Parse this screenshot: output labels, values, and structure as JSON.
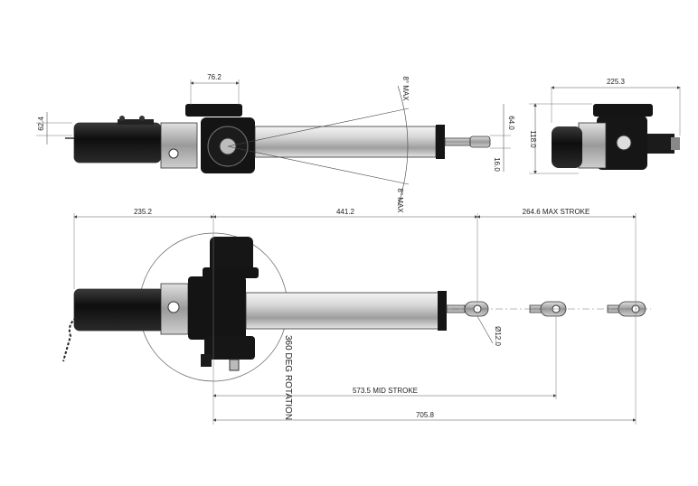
{
  "dimensions": {
    "top_width": "76.2",
    "top_height": "62.4",
    "angle_upper": "8° MAX",
    "angle_lower": "8° MAX",
    "rod_offset_upper": "64.0",
    "rod_offset_lower": "16.0",
    "end_width": "225.3",
    "end_height": "118.0",
    "left_span": "235.2",
    "mid_span": "441.2",
    "max_stroke": "264.6 MAX STROKE",
    "rod_end_dia": "Ø12.0",
    "rotation": "360 DEG ROTATION",
    "mid_stroke": "573.5 MID STROKE",
    "overall": "705.8"
  },
  "colors": {
    "body": "#1b1b1b",
    "tube": "#c8c8c8",
    "metal": "#9a9a9a",
    "lines": "#555555"
  }
}
